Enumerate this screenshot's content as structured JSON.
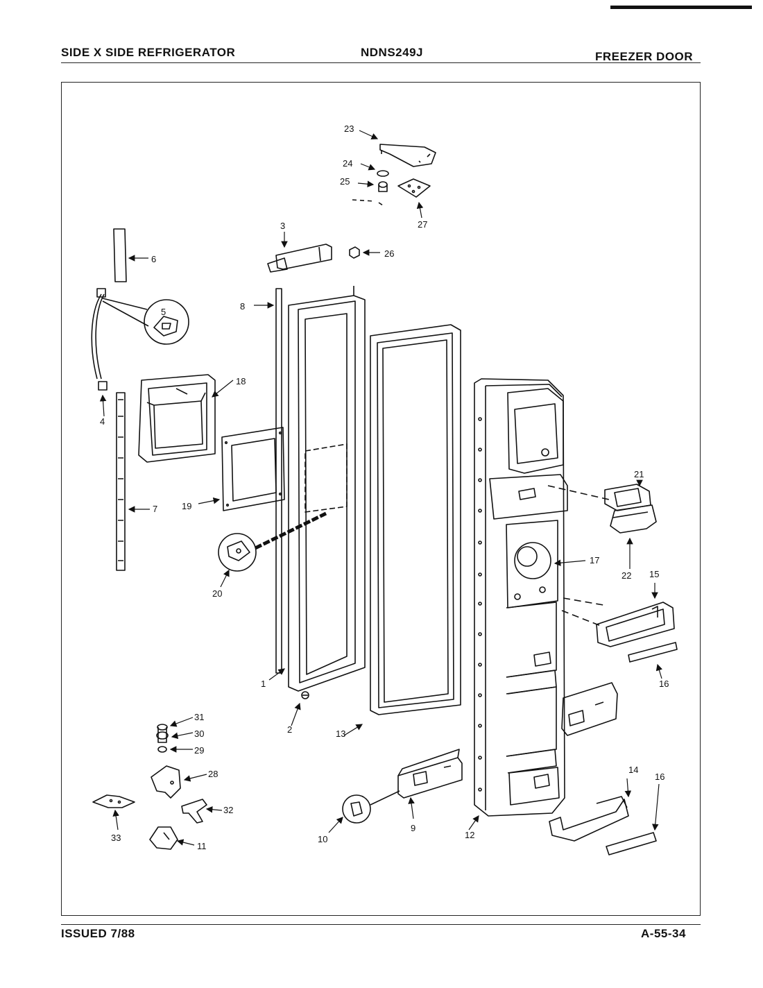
{
  "header": {
    "left": "SIDE X SIDE REFRIGERATOR",
    "center": "NDNS249J",
    "right": "FREEZER DOOR"
  },
  "footer": {
    "left": "ISSUED 7/88",
    "right": "A-55-34"
  },
  "callouts": {
    "c1": "1",
    "c2": "2",
    "c3": "3",
    "c4": "4",
    "c5": "5",
    "c6": "6",
    "c7": "7",
    "c8": "8",
    "c9": "9",
    "c10": "10",
    "c11": "11",
    "c12": "12",
    "c13": "13",
    "c14": "14",
    "c15": "15",
    "c16a": "16",
    "c16b": "16",
    "c17": "17",
    "c18": "18",
    "c19": "19",
    "c20": "20",
    "c21": "21",
    "c22": "22",
    "c23": "23",
    "c24": "24",
    "c25": "25",
    "c26": "26",
    "c27": "27",
    "c28": "28",
    "c29": "29",
    "c30": "30",
    "c31": "31",
    "c32": "32",
    "c33": "33"
  }
}
